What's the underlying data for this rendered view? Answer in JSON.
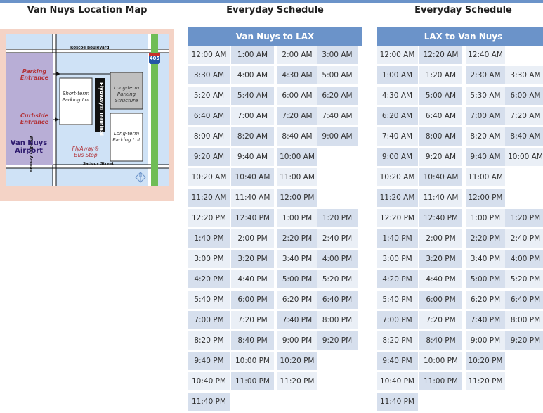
{
  "map": {
    "title": "Van Nuys Location Map",
    "labels": {
      "roscoe": "Roscoe Boulevard",
      "sherman": "Saticoy Street",
      "woodley": "Woodley Avenue",
      "freeway": "405",
      "parking_entrance": "Parking Entrance",
      "curbside_entrance": "Curbside Entrance",
      "airport": "Van Nuys Airport",
      "short_term": "Short-term Parking Lot",
      "long_term_structure": "Long-term Parking Structure",
      "long_term_lot": "Long-term Parking Lot",
      "terminal": "FlyAway® Terminal",
      "bus_stop": "FlyAway® Bus Stop",
      "north": "N"
    },
    "colors": {
      "road": "#ffffff",
      "area": "#cfe2f6",
      "airport": "#b8aed6",
      "freeway": "#6fbd55",
      "label_red": "#b2343a"
    }
  },
  "schedules": [
    {
      "title": "Everyday Schedule",
      "route": "Van Nuys to LAX",
      "rows": [
        [
          "12:00 AM",
          "1:00 AM",
          "2:00 AM",
          "3:00 AM"
        ],
        [
          "3:30 AM",
          "4:00 AM",
          "4:30 AM",
          "5:00 AM"
        ],
        [
          "5:20 AM",
          "5:40 AM",
          "6:00 AM",
          "6:20 AM"
        ],
        [
          "6:40 AM",
          "7:00 AM",
          "7:20 AM",
          "7:40 AM"
        ],
        [
          "8:00 AM",
          "8:20 AM",
          "8:40 AM",
          "9:00 AM"
        ],
        [
          "9:20 AM",
          "9:40 AM",
          "10:00 AM"
        ],
        [
          "10:20 AM",
          "10:40 AM",
          "11:00 AM"
        ],
        [
          "11:20 AM",
          "11:40 AM",
          "12:00 PM"
        ],
        [
          "12:20 PM",
          "12:40 PM",
          "1:00 PM",
          "1:20 PM"
        ],
        [
          "1:40 PM",
          "2:00 PM",
          "2:20 PM",
          "2:40 PM"
        ],
        [
          "3:00 PM",
          "3:20 PM",
          "3:40 PM",
          "4:00 PM"
        ],
        [
          "4:20 PM",
          "4:40 PM",
          "5:00 PM",
          "5:20 PM"
        ],
        [
          "5:40 PM",
          "6:00 PM",
          "6:20 PM",
          "6:40 PM"
        ],
        [
          "7:00 PM",
          "7:20 PM",
          "7:40 PM",
          "8:00 PM"
        ],
        [
          "8:20 PM",
          "8:40 PM",
          "9:00 PM",
          "9:20 PM"
        ],
        [
          "9:40 PM",
          "10:00 PM",
          "10:20 PM"
        ],
        [
          "10:40 PM",
          "11:00 PM",
          "11:20 PM"
        ],
        [
          "11:40 PM"
        ]
      ]
    },
    {
      "title": "Everyday Schedule",
      "route": "LAX to Van Nuys",
      "rows": [
        [
          "12:00 AM",
          "12:20 AM",
          "12:40 AM"
        ],
        [
          "1:00 AM",
          "1:20 AM",
          "2:30 AM",
          "3:30 AM"
        ],
        [
          "4:30 AM",
          "5:00 AM",
          "5:30 AM",
          "6:00 AM"
        ],
        [
          "6:20 AM",
          "6:40 AM",
          "7:00 AM",
          "7:20 AM"
        ],
        [
          "7:40 AM",
          "8:00 AM",
          "8:20 AM",
          "8:40 AM"
        ],
        [
          "9:00 AM",
          "9:20 AM",
          "9:40 AM",
          "10:00 AM"
        ],
        [
          "10:20 AM",
          "10:40 AM",
          "11:00 AM"
        ],
        [
          "11:20 AM",
          "11:40 AM",
          "12:00 PM"
        ],
        [
          "12:20 PM",
          "12:40 PM",
          "1:00 PM",
          "1:20 PM"
        ],
        [
          "1:40 PM",
          "2:00 PM",
          "2:20 PM",
          "2:40 PM"
        ],
        [
          "3:00 PM",
          "3:20 PM",
          "3:40 PM",
          "4:00 PM"
        ],
        [
          "4:20 PM",
          "4:40 PM",
          "5:00 PM",
          "5:20 PM"
        ],
        [
          "5:40 PM",
          "6:00 PM",
          "6:20 PM",
          "6:40 PM"
        ],
        [
          "7:00 PM",
          "7:20 PM",
          "7:40 PM",
          "8:00 PM"
        ],
        [
          "8:20 PM",
          "8:40 PM",
          "9:00 PM",
          "9:20 PM"
        ],
        [
          "9:40 PM",
          "10:00 PM",
          "10:20 PM"
        ],
        [
          "10:40 PM",
          "11:00 PM",
          "11:20 PM"
        ],
        [
          "11:40 PM"
        ]
      ]
    }
  ],
  "colors": {
    "header": "#6b93c9",
    "cell_light": "#eaeff6",
    "cell_dark": "#d6dfed"
  }
}
